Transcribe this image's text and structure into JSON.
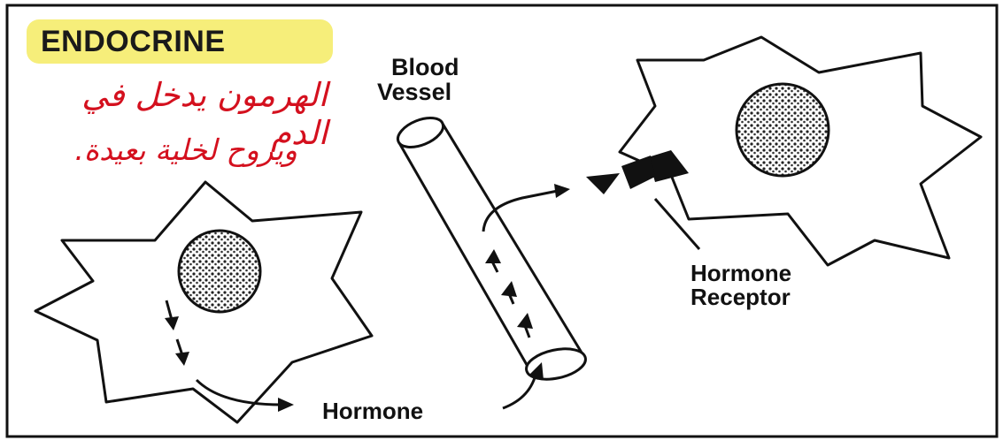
{
  "title": "ENDOCRINE",
  "annotation": {
    "line1": "الهرمون يدخل في الدم",
    "line2": "ويروح لخلية بعيدة."
  },
  "labels": {
    "blood_vessel_1": "Blood",
    "blood_vessel_2": "Vessel",
    "receptor_1": "Hormone",
    "receptor_2": "Receptor",
    "hormone": "Hormone"
  },
  "colors": {
    "highlight": "#f6ee7a",
    "annotation": "#d4101e",
    "ink": "#111111"
  }
}
